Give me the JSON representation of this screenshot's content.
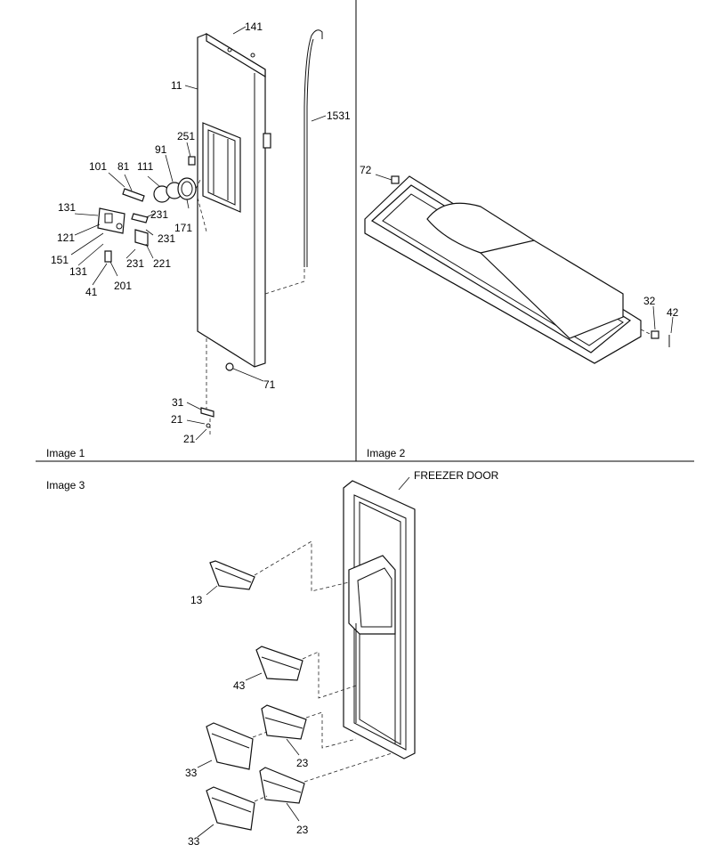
{
  "panels": {
    "image1": "Image 1",
    "image2": "Image 2",
    "image3": "Image 3"
  },
  "callouts": [
    {
      "id": "c141",
      "text": "141"
    },
    {
      "id": "c11",
      "text": "11"
    },
    {
      "id": "c1531",
      "text": "1531"
    },
    {
      "id": "c251",
      "text": "251"
    },
    {
      "id": "c91",
      "text": "91"
    },
    {
      "id": "c101",
      "text": "101"
    },
    {
      "id": "c81",
      "text": "81"
    },
    {
      "id": "c111",
      "text": "111"
    },
    {
      "id": "c131a",
      "text": "131"
    },
    {
      "id": "c231a",
      "text": "231"
    },
    {
      "id": "c171",
      "text": "171"
    },
    {
      "id": "c121",
      "text": "121"
    },
    {
      "id": "c231b",
      "text": "231"
    },
    {
      "id": "c151",
      "text": "151"
    },
    {
      "id": "c131b",
      "text": "131"
    },
    {
      "id": "c231c",
      "text": "231"
    },
    {
      "id": "c221",
      "text": "221"
    },
    {
      "id": "c41",
      "text": "41"
    },
    {
      "id": "c201",
      "text": "201"
    },
    {
      "id": "c71",
      "text": "71"
    },
    {
      "id": "c31",
      "text": "31"
    },
    {
      "id": "c21a",
      "text": "21"
    },
    {
      "id": "c21b",
      "text": "21"
    },
    {
      "id": "c72",
      "text": "72"
    },
    {
      "id": "c32",
      "text": "32"
    },
    {
      "id": "c42",
      "text": "42"
    },
    {
      "id": "cfreezer",
      "text": "FREEZER DOOR"
    },
    {
      "id": "c13",
      "text": "13"
    },
    {
      "id": "c43",
      "text": "43"
    },
    {
      "id": "c33a",
      "text": "33"
    },
    {
      "id": "c23a",
      "text": "23"
    },
    {
      "id": "c33b",
      "text": "33"
    },
    {
      "id": "c23b",
      "text": "23"
    }
  ]
}
